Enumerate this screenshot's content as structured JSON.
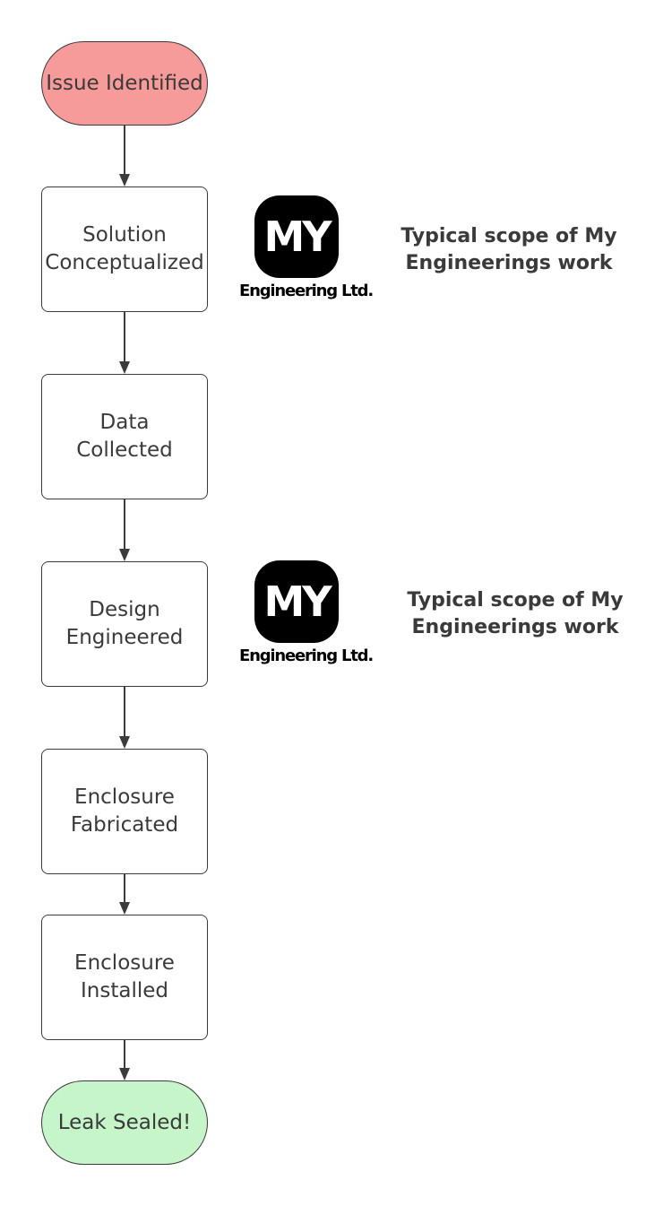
{
  "colors": {
    "start_fill": "#f79a9a",
    "end_fill": "#c6f5c9",
    "border": "#3b3b3b",
    "text": "#3a3a3a"
  },
  "flow": {
    "start": "Issue Identified",
    "steps": [
      "Solution\nConceptualized",
      "Data\nCollected",
      "Design\nEngineered",
      "Enclosure\nFabricated",
      "Enclosure\nInstalled"
    ],
    "end": "Leak Sealed!"
  },
  "annotations": [
    {
      "logo_mark": "MY",
      "logo_wordmark": "Engineering Ltd.",
      "text": "Typical scope of My\nEngineerings work"
    },
    {
      "logo_mark": "MY",
      "logo_wordmark": "Engineering Ltd.",
      "text": "Typical scope of My\nEngineerings work"
    }
  ]
}
